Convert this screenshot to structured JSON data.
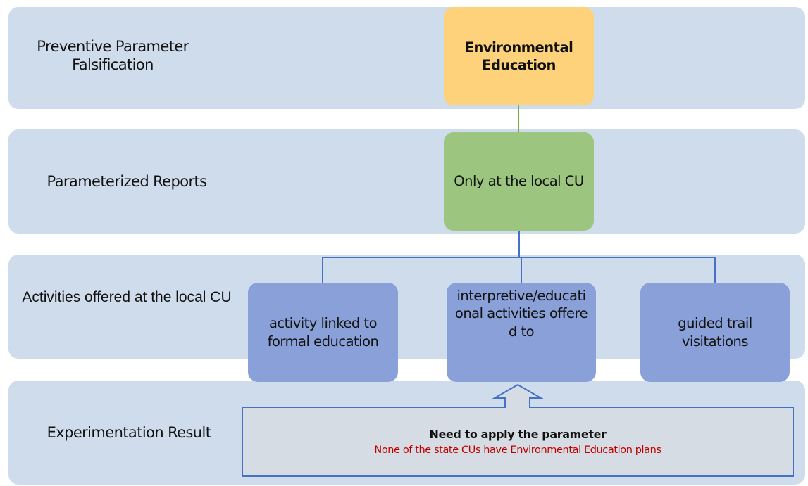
{
  "rows": [
    {
      "label": "Preventive Parameter Falsification"
    },
    {
      "label": "Parameterized Reports"
    },
    {
      "label": "Activities offered at the local CU"
    },
    {
      "label": "Experimentation Result"
    }
  ],
  "nodes": {
    "root": {
      "text": "Environmental Education",
      "color": "#fdd27b"
    },
    "report": {
      "text": "Only at the local CU",
      "color": "#9cc680"
    },
    "activities": [
      {
        "text": "activity linked to formal education",
        "color": "#8aa0d8"
      },
      {
        "text": "interpretive/educational activities offered to",
        "color": "#8aa0d8"
      },
      {
        "text": "guided trail visitations",
        "color": "#8aa0d8"
      }
    ]
  },
  "result": {
    "title": "Need to apply the parameter",
    "subtitle": "None of the state CUs have Environmental Education plans",
    "subtitle_color": "#c00000"
  },
  "colors": {
    "band": "#cfdcec",
    "connector_green": "#70ad47",
    "connector_blue": "#4472c4",
    "result_fill": "#d6dce4"
  }
}
